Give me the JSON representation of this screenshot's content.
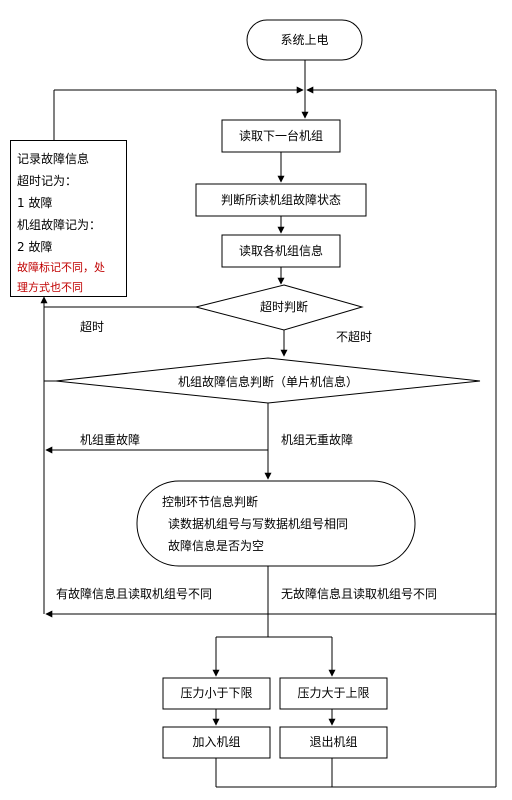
{
  "flowchart": {
    "start": "系统上电",
    "read_next_unit": "读取下一台机组",
    "judge_fault_status": "判断所读机组故障状态",
    "read_unit_info": "读取各机组信息",
    "timeout_decision": "超时判断",
    "timeout_label": "超时",
    "no_timeout_label": "不超时",
    "unit_fault_decision": "机组故障信息判断（单片机信息）",
    "serious_fault_label": "机组重故障",
    "no_serious_fault_label": "机组无重故障",
    "control_judgement": {
      "line1": "控制环节信息判断",
      "line2": "读数据机组号与写数据机组号相同",
      "line3": "故障信息是否为空"
    },
    "has_fault_label": "有故障信息且读取机组号不同",
    "no_fault_label": "无故障信息且读取机组号不同",
    "pressure_low": "压力小于下限",
    "pressure_high": "压力大于上限",
    "add_unit": "加入机组",
    "exit_unit": "退出机组"
  },
  "note": {
    "line1": "记录故障信息",
    "line2": "超时记为：",
    "line3": "1 故障",
    "line4": "机组故障记为：",
    "line5": "2 故障",
    "line6": "故障标记不同，处",
    "line7": "理方式也不同"
  },
  "colors": {
    "line": "#000000",
    "note_red": "#c00000"
  }
}
